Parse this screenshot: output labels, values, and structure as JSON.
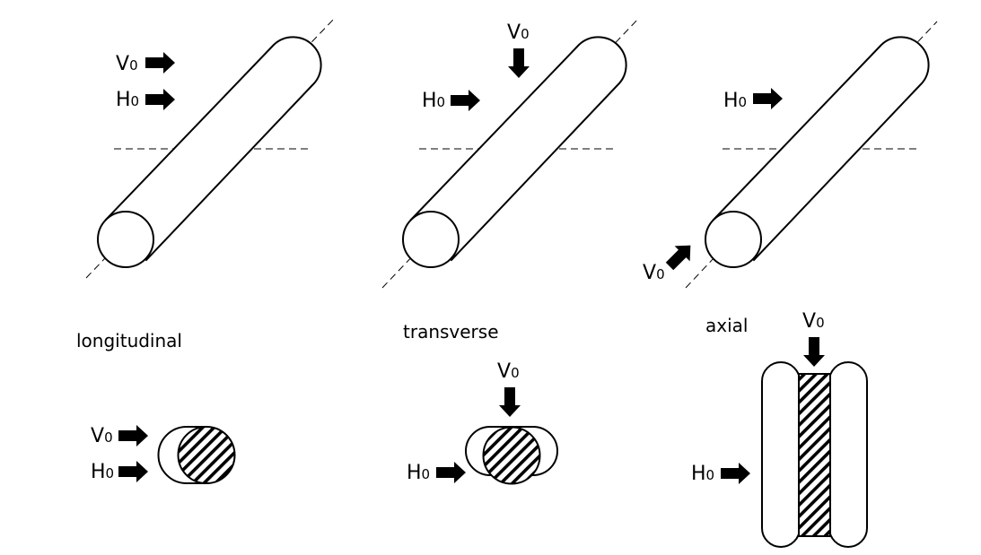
{
  "labels": {
    "v_symbol": "V",
    "h_symbol": "H",
    "subscript": "0"
  },
  "captions": {
    "longitudinal": "longitudinal",
    "transverse": "transverse",
    "axial": "axial"
  },
  "colors": {
    "stroke": "#000000",
    "background": "#ffffff"
  }
}
